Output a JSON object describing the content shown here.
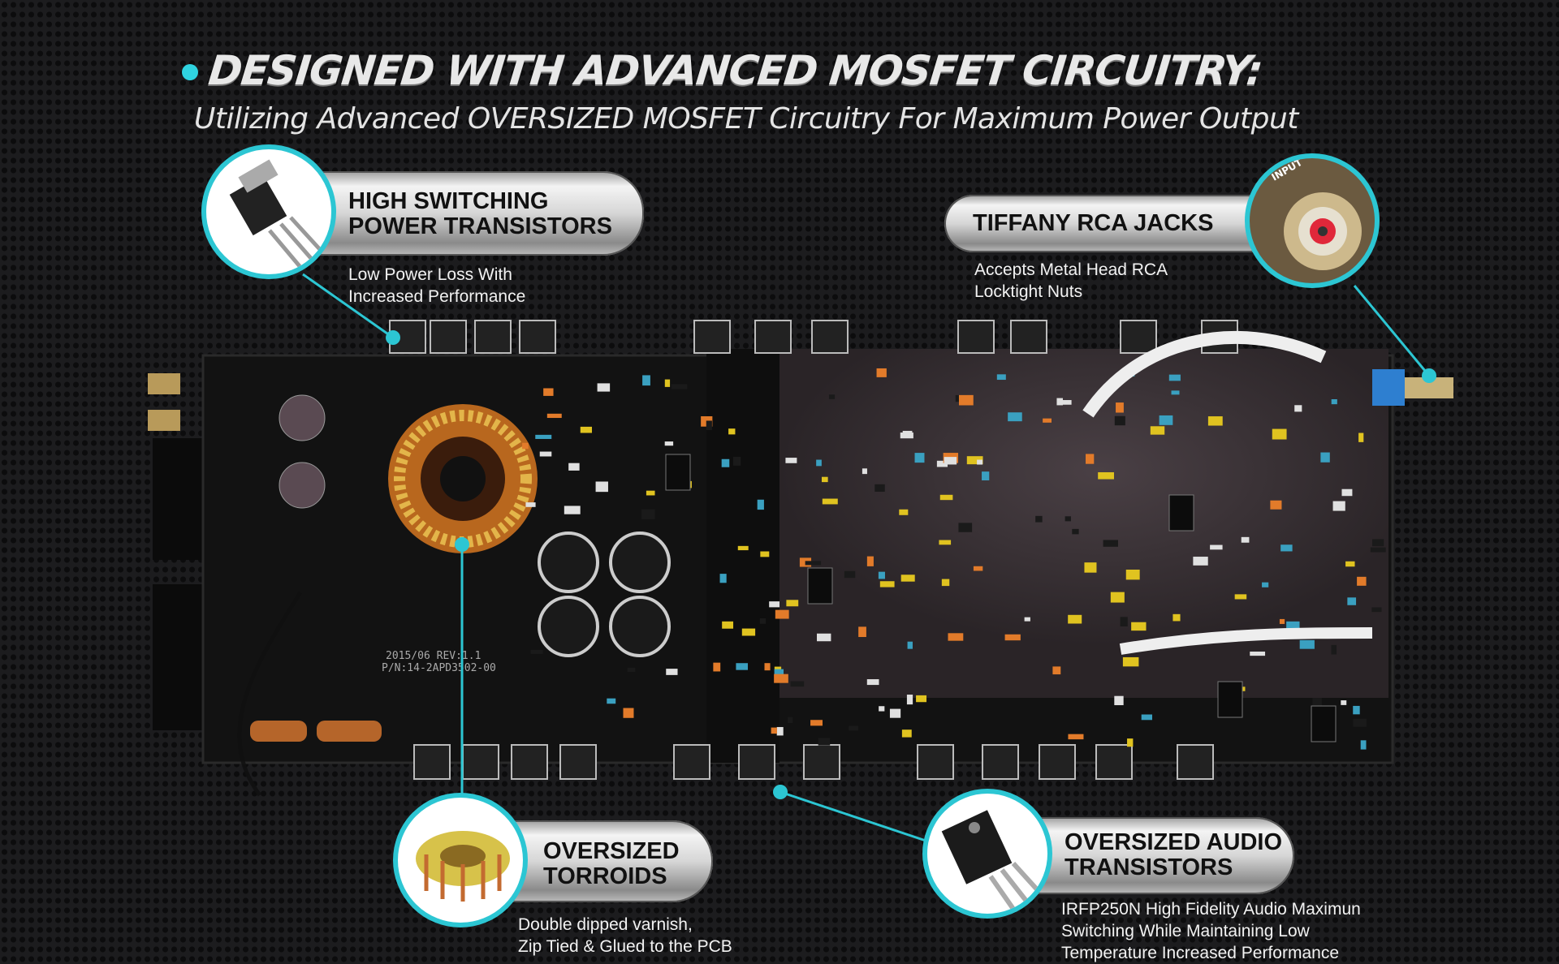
{
  "header": {
    "title": "DESIGNED WITH ADVANCED MOSFET CIRCUITRY:",
    "subtitle": "Utilizing Advanced OVERSIZED MOSFET Circuitry For Maximum Power Output"
  },
  "callouts": [
    {
      "heading_lines": [
        "HIGH SWITCHING",
        "POWER TRANSISTORS"
      ],
      "description_lines": [
        "Low Power Loss With",
        "Increased Performance"
      ],
      "icon": "to220-transistor-icon"
    },
    {
      "heading_lines": [
        "TIFFANY RCA JACKS"
      ],
      "description_lines": [
        "Accepts Metal Head RCA",
        "Locktight Nuts"
      ],
      "icon": "rca-jack-icon"
    },
    {
      "heading_lines": [
        "OVERSIZED",
        "TORROIDS"
      ],
      "description_lines": [
        "Double dipped varnish,",
        "Zip Tied & Glued to the PCB"
      ],
      "icon": "toroid-coil-icon"
    },
    {
      "heading_lines": [
        "OVERSIZED AUDIO",
        "TRANSISTORS"
      ],
      "description_lines": [
        "IRFP250N High Fidelity Audio Maximun",
        "Switching While Maintaining Low",
        "Temperature Increased Performance"
      ],
      "icon": "to247-transistor-icon"
    }
  ],
  "board": {
    "silkscreen_lines": [
      "2015/06 REV:1.1",
      "P/N:14-2APD3502-00"
    ],
    "rca_label": "INPUT"
  },
  "colors": {
    "accent": "#2cc6d3",
    "pcb": "#141414",
    "pcb_center": "#3a3336"
  }
}
